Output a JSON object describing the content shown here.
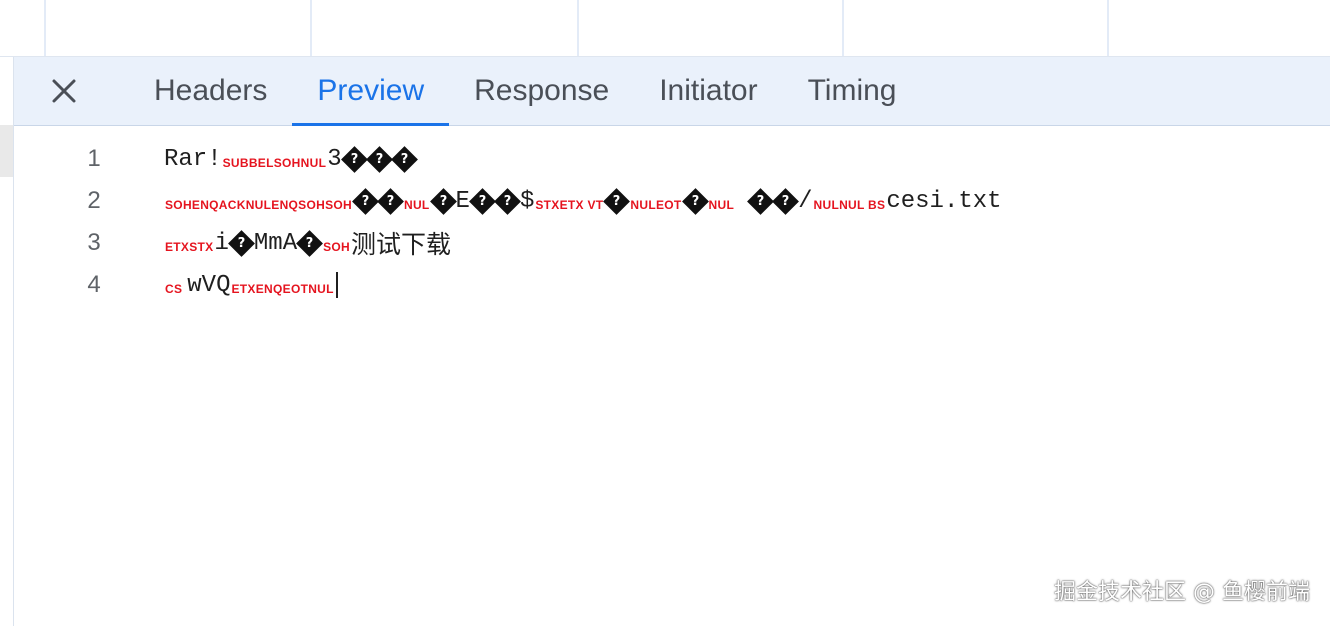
{
  "tabs": [
    {
      "label": "Headers"
    },
    {
      "label": "Preview"
    },
    {
      "label": "Response"
    },
    {
      "label": "Initiator"
    },
    {
      "label": "Timing"
    }
  ],
  "active_tab": "Preview",
  "code_lines": [
    {
      "number": "1",
      "text_a": "Rar!",
      "ctl_a": "SUBBELSOHNUL",
      "text_b": "3",
      "rep": "?"
    },
    {
      "number": "2",
      "ctl_a": "SOHENQACKNULENQSOHSOH",
      "ctl_b": "NUL",
      "text_e": "E",
      "text_dollar": "$",
      "ctl_c": "STXETX VT",
      "ctl_d": "NULEOT",
      "ctl_e": "NUL",
      "text_slash": "/",
      "ctl_f": "NULNUL BS",
      "filename": "cesi.txt"
    },
    {
      "number": "3",
      "ctl_a": "ETXSTX",
      "text_a": "i",
      "text_b": "MmA",
      "ctl_b": "SOH",
      "cjk": "测试下载"
    },
    {
      "number": "4",
      "ctl_a": "CS",
      "text_a": "wVQ",
      "ctl_b": "ETXENQEOTNUL"
    }
  ],
  "watermark": "掘金技术社区 @ 鱼樱前端"
}
